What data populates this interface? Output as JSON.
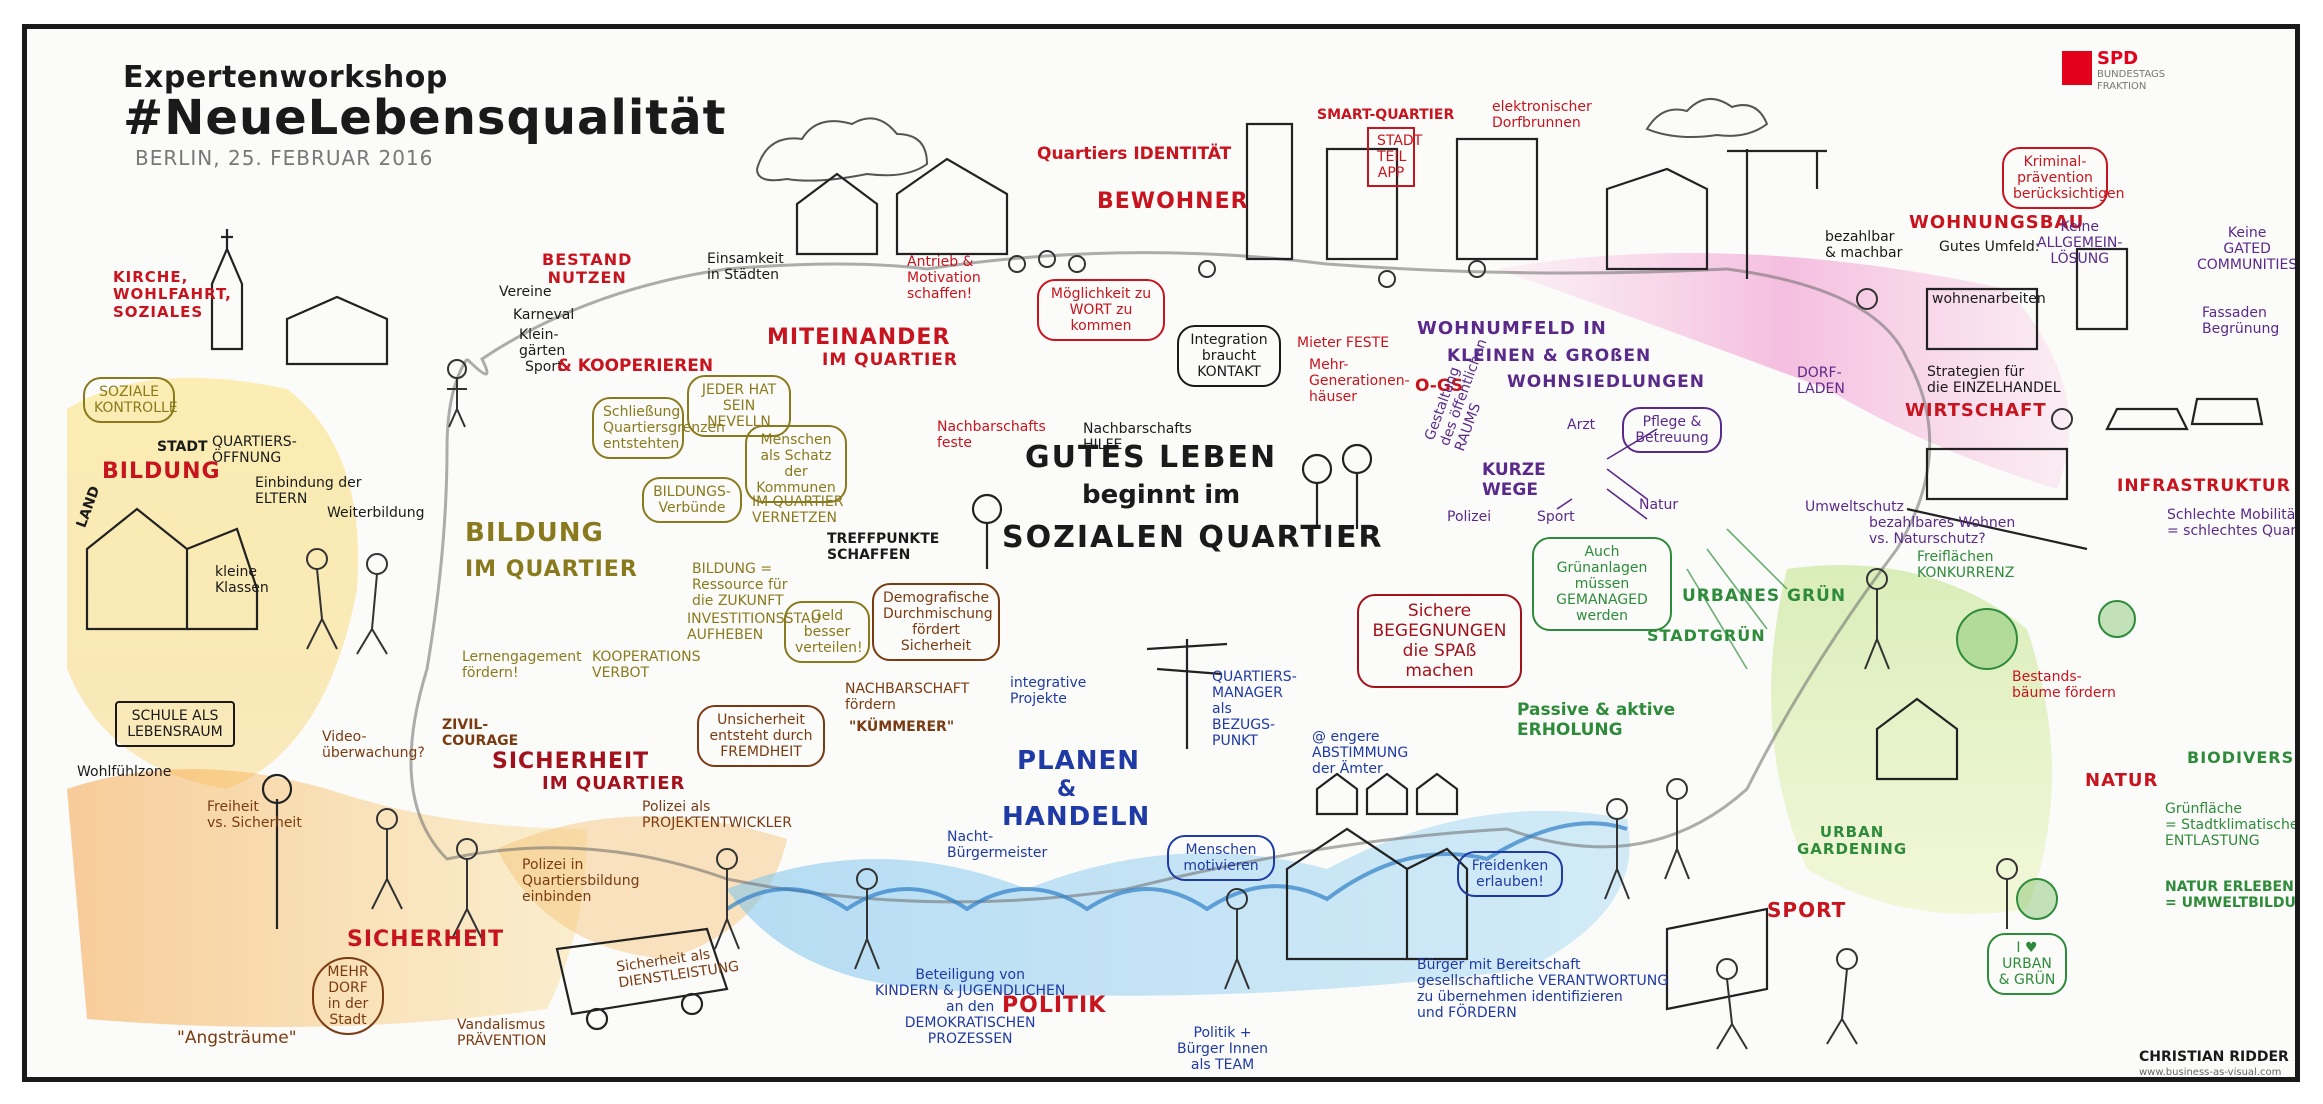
{
  "header": {
    "event_type": "Expertenworkshop",
    "hashtag": "#NeueLebensqualität",
    "date_place": "BERLIN, 25. FEBRUAR 2016"
  },
  "logo": {
    "party": "SPD",
    "line2": "BUNDESTAGS",
    "line3": "FRAKTION",
    "color": "#e2001a"
  },
  "center": {
    "line1": "GUTES LEBEN",
    "line2": "beginnt im",
    "line3": "SOZIALEN QUARTIER"
  },
  "sections": {
    "kirche": "KIRCHE,\nWOHLFAHRT,\nSOZIALES",
    "bildung": "BILDUNG",
    "bildung_quartier_1": "BILDUNG",
    "bildung_quartier_2": "IM QUARTIER",
    "miteinander_1": "MITEINANDER",
    "miteinander_2": "IM QUARTIER",
    "bewohner": "BEWOHNER",
    "quartiers_identitaet": "Quartiers IDENTITÄT",
    "wohnumfeld": "WOHNUMFELD IN",
    "kleinen_grossen": "KLEINEN & GROßEN",
    "wohnsiedlungen": "WOHNSIEDLUNGEN",
    "wohnungsbau": "WOHNUNGSBAU",
    "wirtschaft": "WIRTSCHAFT",
    "infrastruktur": "INFRASTRUKTUR",
    "urbanes_gruen": "URBANES GRÜN",
    "stadtgruen": "STADTGRÜN",
    "sicherheit_quartier_1": "SICHERHEIT",
    "sicherheit_quartier_2": "IM QUARTIER",
    "sicherheit": "SICHERHEIT",
    "politik": "POLITIK",
    "planen": "PLANEN",
    "und": "&",
    "handeln": "HANDELN",
    "natur": "NATUR",
    "biodiversitaet": "BIODIVERSITÄT",
    "sport": "SPORT",
    "urban_gardening": "URBAN\nGARDENING",
    "bestand": "BESTAND\nNUTZEN"
  },
  "notes": {
    "soziale_kontrolle": "SOZIALE\nKONTROLLE",
    "stadt": "STADT",
    "land": "LAND",
    "quartiersoeffnung": "QUARTIERS-\nÖFFNUNG",
    "einbindung_eltern": "Einbindung der\nELTERN",
    "weiterbildung": "Weiterbildung",
    "kleine_klassen": "kleine\nKlassen",
    "schule_lebensraum": "SCHULE ALS\nLEBENSRAUM",
    "wohlfuehlzone": "Wohlfühlzone",
    "vereine": "Vereine",
    "karneval": "Karneval",
    "kleingaerten": "Klein-\ngärten",
    "sport_kooperieren": "Sport",
    "kooperieren": "& KOOPERIEREN",
    "einsamkeit": "Einsamkeit\nin Städten",
    "antrieb": "Antrieb &\nMotivation\nschaffen!",
    "moeglichkeit": "Möglichkeit zu\nWORT zu kommen",
    "integration": "Integration\nbraucht\nKONTAKT",
    "mieterfeste": "Mieter FESTE",
    "mehrgen": "Mehr-\nGenerationen-\nhäuser",
    "ogs": "O-GS",
    "jeder_hat": "JEDER HAT\nSEIN NEVELLN",
    "schliessung": "Schließung\nQuartiersgrenzen\nentstehten",
    "menschen_schatz": "Menschen\nals Schatz\nder Kommunen",
    "bildung_verbuende": "BILDUNGS-\nVerbünde",
    "im_quartier_vernetzen": "IM QUARTIER\nVERNETZEN",
    "nachbarschaftsfeste": "Nachbarschafts\nfeste",
    "nachbarschaftshilfe": "Nachbarschafts\nHILFE",
    "treffpunkte": "TREFFPUNKTE\nSCHAFFEN",
    "bildung_ressource": "BILDUNG =\nRessource für\ndie ZUKUNFT",
    "lernengagement": "Lernengagement\nfördern!",
    "kooperationsverbot": "KOOPERATIONS\nVERBOT",
    "investitionsstau": "INVESTITIONSSTAU\nAUFHEBEN",
    "geld_besser": "Geld besser\nverteilen!",
    "demografische": "Demografische\nDurchmischung\nfördert Sicherheit",
    "nachbarschaft_foerdern": "NACHBARSCHAFT\nfördern",
    "unsicherheit": "Unsicherheit\nentsteht durch\nFREMDHEIT",
    "kuemmerer": "\"KÜMMERER\"",
    "zivilcourage": "ZIVIL-\nCOURAGE",
    "videoueberwachung": "Video-\nüberwachung?",
    "freiheit": "Freiheit\nvs. Sicherheit",
    "polizei_projektentwickler": "Polizei als\nPROJEKTENTWICKLER",
    "polizei_quartier": "Polizei in\nQuartiersbildung\neinbinden",
    "mehr_dorf": "MEHR\nDORF\nin der\nStadt",
    "vandalismus": "Vandalismus\nPRÄVENTION",
    "sicherheit_dienstleistung": "Sicherheit als\nDIENSTLEISTUNG",
    "angstraeume": "\"Angsträume\"",
    "integrative_projekte": "integrative\nProjekte",
    "quartiersmanager": "QUARTIERS-\nMANAGER\nals\nBEZUGS-\nPUNKT",
    "nachtbuergermeister": "Nacht-\nBürgermeister",
    "sichere_begegnungen": "Sichere\nBEGEGNUNGEN\ndie SPAß machen",
    "engere_abstimmung": "@ engere\nABSTIMMUNG\nder Ämter",
    "menschen_motivieren": "Menschen\nmotivieren",
    "freidenker": "Freidenken\nerlauben!",
    "beteiligung": "Beteiligung von\nKINDERN & JUGENDLICHEN\nan den\nDEMOKRATISCHEN\nPROZESSEN",
    "politik_buerger": "Politik +\nBürger Innen\nals TEAM",
    "buerger_bereitschaft": "Bürger mit Bereitschaft\ngesellschaftliche VERANTWORTUNG\nzu übernehmen identifizieren\nund FÖRDERN",
    "stadtteil_app": "STADT\nTEIL\nAPP",
    "smart_quartier": "SMART-QUARTIER",
    "dorfbrunnen": "elektronischer\nDorfbrunnen",
    "kriminalpraevention": "Kriminal-\nprävention\nberücksichtigen",
    "keine_allgemeine": "Keine\nALLGEMEIN-\nLÖSUNG",
    "keine_gated": "Keine\nGATED\nCOMMUNITIES",
    "gutes_umfeld": "Gutes Umfeld:",
    "wohnen": "wohnen",
    "arbeiten": "arbeiten",
    "bezahlbar": "bezahlbar\n& machbar",
    "fassaden": "Fassaden\nBegrünung",
    "dorfladen": "DORF-\nLADEN",
    "strategien": "Strategien für\ndie EINZELHANDEL",
    "gestaltung": "Gestaltung\ndes öffentlichen\nRAUMS",
    "kurze_wege": "KURZE\nWEGE",
    "arzt": "Arzt",
    "pflege": "Pflege &\nBetreuung",
    "polizei": "Polizei",
    "sport_w": "Sport",
    "natur_w": "Natur",
    "umweltschutz": "Umweltschutz",
    "bezahlbares_wohnen": "bezahlbares Wohnen\nvs. Naturschutz?",
    "schlechte_mobilitaet": "Schlechte Mobilität\n= schlechtes Quartier",
    "gruenanlagen": "Auch Grünanlagen\nmüssen GEMANAGED\nwerden",
    "freiflaechen": "Freiflächen\nKONKURRENZ",
    "passive_aktive": "Passive & aktive\nERHOLUNG",
    "bestandsbaeume": "Bestands-\nbäume fördern",
    "gruenflaeche": "Grünfläche\n= Stadtklimatische\nENTLASTUNG",
    "natur_erleben": "NATUR ERLEBEN\n= UMWELTBILDUNG",
    "i_love_urban": "I ♥ URBAN\n& GRÜN"
  },
  "credit": {
    "artist": "CHRISTIAN RIDDER",
    "url": "www.business-as-visual.com"
  },
  "colors": {
    "red": "#c8141e",
    "blue": "#1f3aa5",
    "purple": "#5a2a8a",
    "green": "#2e8b3a",
    "olive": "#8a7a1e",
    "brown": "#7a3b12"
  }
}
